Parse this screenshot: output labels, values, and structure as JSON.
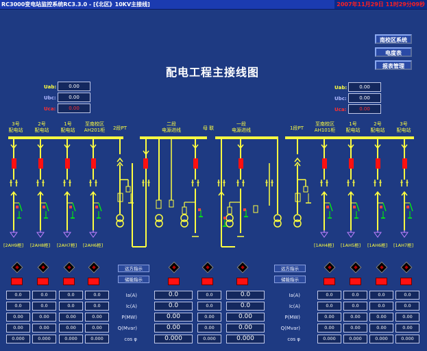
{
  "window": {
    "title": "RC3000变电站监控系统RC3.3.0 - [《北区》10KV主接线]",
    "clock": "2007年11月29日  11时29分09秒"
  },
  "main_title": "配电工程主接线图",
  "nav": [
    "南校区系统",
    "电度表",
    "报表管理"
  ],
  "voltage_left": {
    "rows": [
      {
        "label": "Uab:",
        "value": "0.00",
        "color": "#ffff40"
      },
      {
        "label": "Ubc:",
        "value": "0.00",
        "color": "#b0b8ff"
      },
      {
        "label": "Uca:",
        "value": "0.00",
        "color": "#ff3030"
      }
    ]
  },
  "voltage_right": {
    "rows": [
      {
        "label": "Uab:",
        "value": "0.00",
        "color": "#ffff40"
      },
      {
        "label": "Ubc:",
        "value": "0.00",
        "color": "#b0b8ff"
      },
      {
        "label": "Uca:",
        "value": "0.00",
        "color": "#ff3030"
      }
    ]
  },
  "top_labels": [
    {
      "line1": "3号",
      "line2": "配电站"
    },
    {
      "line1": "2号",
      "line2": "配电站"
    },
    {
      "line1": "1号",
      "line2": "配电站"
    },
    {
      "line1": "至南校区",
      "line2": "AH201柜"
    },
    {
      "line1": "2段PT",
      "line2": ""
    },
    {
      "line1": "二段",
      "line2": "电源进线"
    },
    {
      "line1": "母  联",
      "line2": ""
    },
    {
      "line1": "一段",
      "line2": "电源进线"
    },
    {
      "line1": "1段PT",
      "line2": ""
    },
    {
      "line1": "至南校区",
      "line2": "AH101柜"
    },
    {
      "line1": "1号",
      "line2": "配电站"
    },
    {
      "line1": "2号",
      "line2": "配电站"
    },
    {
      "line1": "3号",
      "line2": "配电站"
    }
  ],
  "cabinets_left": [
    "[2AH9柜]",
    "[2AH8柜]",
    "[2AH7柜]",
    "[2AH6柜]"
  ],
  "cabinets_right": [
    "[1AH4柜]",
    "[1AH5柜]",
    "[1AH6柜]",
    "[1AH7柜]"
  ],
  "indicator_buttons": {
    "remote": "远方指示",
    "energy": "储能指示"
  },
  "measure_labels": [
    "Ia(A)",
    "Ic(A)",
    "P(MW)",
    "Q(Mvar)",
    "cos φ"
  ],
  "left_values": [
    [
      "0.0",
      "0.0",
      "0.0",
      "0.0"
    ],
    [
      "0.0",
      "0.0",
      "0.0",
      "0.0"
    ],
    [
      "0.00",
      "0.00",
      "0.00",
      "0.00"
    ],
    [
      "0.00",
      "0.00",
      "0.00",
      "0.00"
    ],
    [
      "0.000",
      "0.000",
      "0.000",
      "0.000"
    ]
  ],
  "center_values": [
    [
      "0.0",
      "0.0",
      "0.0"
    ],
    [
      "0.0",
      "0.0",
      "0.0"
    ],
    [
      "0.00",
      "0.00",
      "0.00"
    ],
    [
      "0.00",
      "0.00",
      "0.00"
    ],
    [
      "0.000",
      "0.000",
      "0.000"
    ]
  ],
  "right_values": [
    [
      "0.0",
      "0.0",
      "0.0",
      "0.0"
    ],
    [
      "0.0",
      "0.0",
      "0.0",
      "0.0"
    ],
    [
      "0.00",
      "0.00",
      "0.00",
      "0.00"
    ],
    [
      "0.00",
      "0.00",
      "0.00",
      "0.00"
    ],
    [
      "0.000",
      "0.000",
      "0.000",
      "0.000"
    ]
  ],
  "colors": {
    "background": "#1e3a82",
    "bus": "#ffff40",
    "breaker": "#ff1010",
    "earth": "#00ff00",
    "switch_contact": "#ff4040"
  }
}
